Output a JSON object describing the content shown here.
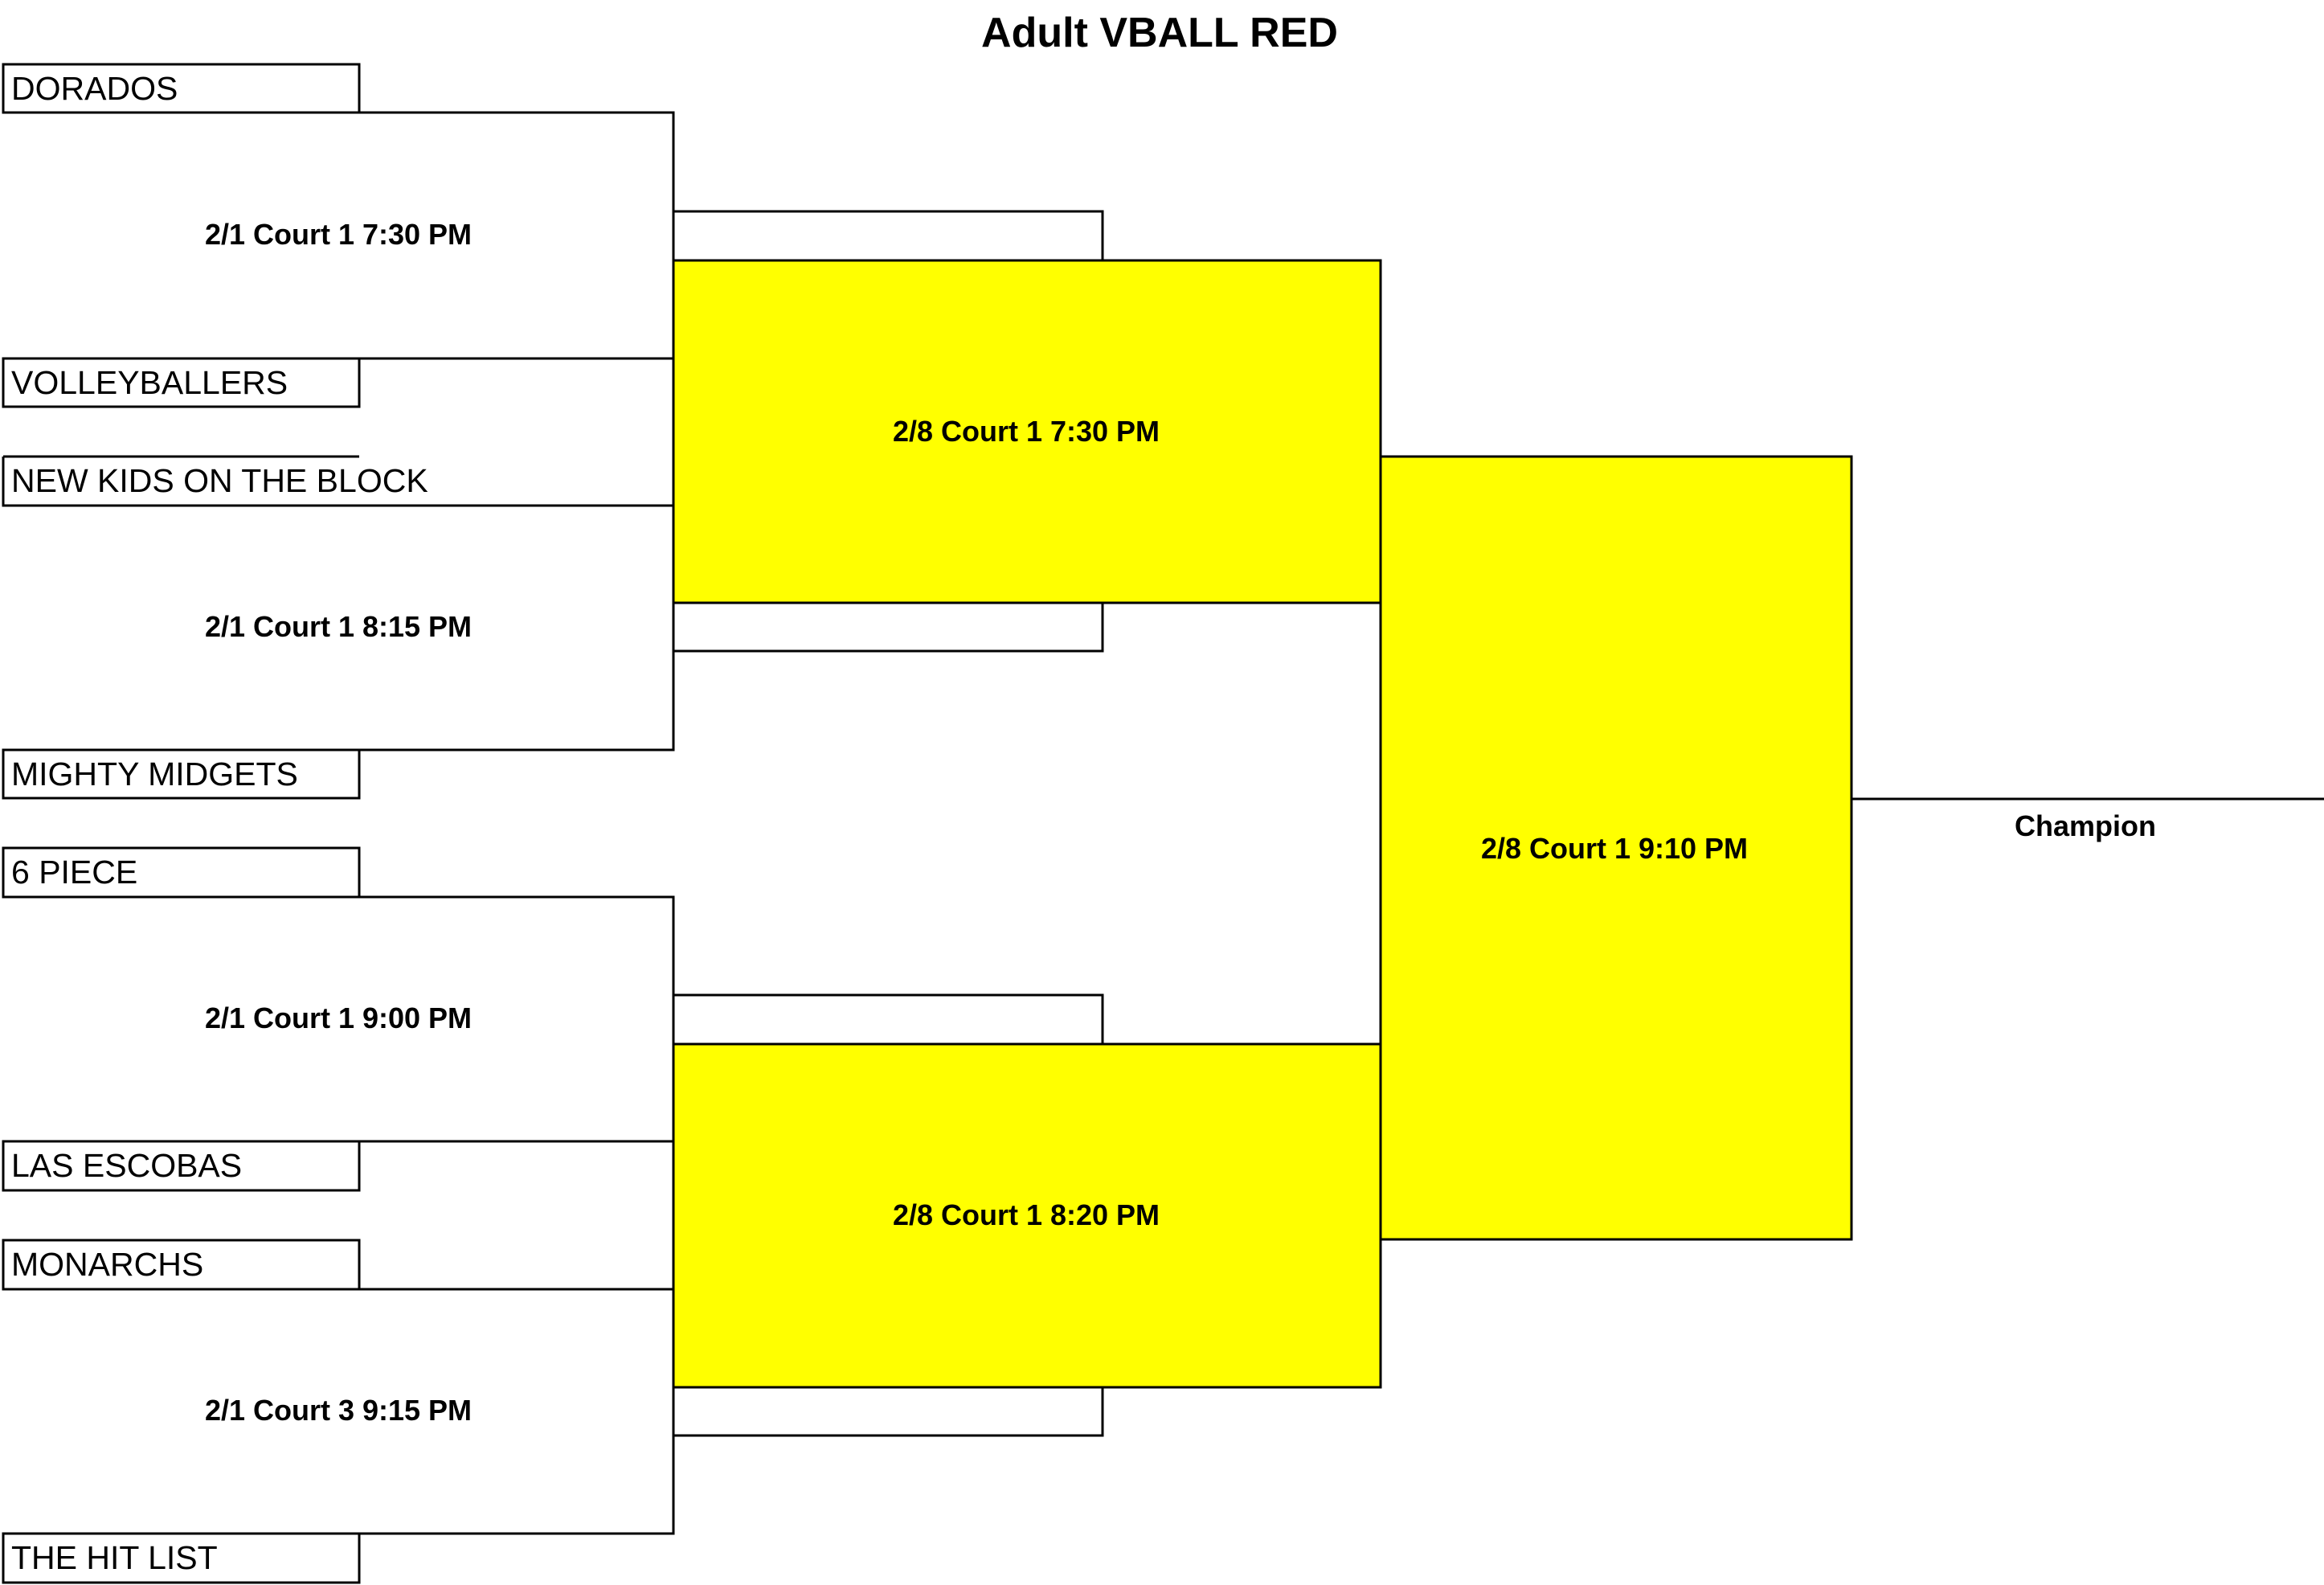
{
  "title": "Adult VBALL RED",
  "colors": {
    "highlight": "#ffff00",
    "line": "#000000",
    "background": "#ffffff"
  },
  "teams": [
    "DORADOS",
    "VOLLEYBALLERS",
    "NEW KIDS ON THE BLOCK",
    "MIGHTY MIDGETS",
    "6 PIECE",
    "LAS ESCOBAS",
    "MONARCHS",
    "THE HIT LIST"
  ],
  "round1_games": [
    "2/1 Court 1 7:30 PM",
    "2/1 Court 1 8:15 PM",
    "2/1 Court 1 9:00 PM",
    "2/1 Court 3 9:15 PM"
  ],
  "round2_games": [
    "2/8 Court 1 7:30 PM",
    "2/8 Court 1 8:20 PM"
  ],
  "final_game": "2/8 Court 1 9:10 PM",
  "champion_label": "Champion"
}
